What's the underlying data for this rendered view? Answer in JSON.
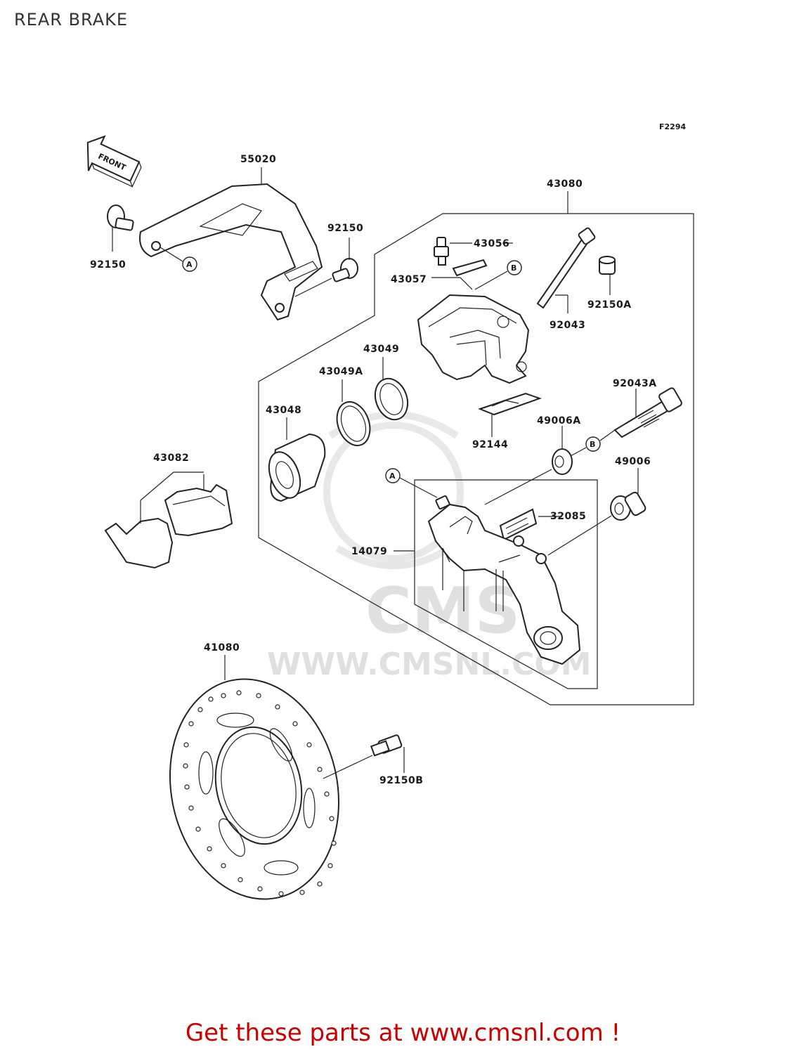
{
  "header": {
    "title": "REAR BRAKE"
  },
  "figure_code": "F2294",
  "direction_label": "FRONT",
  "watermark": {
    "url_text": "WWW.CMSNL.COM",
    "logo_text": "CMS"
  },
  "callouts": {
    "55020": "55020",
    "43080": "43080",
    "92150_left": "92150",
    "92150_right": "92150",
    "43056": "43056",
    "43057": "43057",
    "92150A": "92150A",
    "92043": "92043",
    "43049": "43049",
    "43049A": "43049A",
    "43048": "43048",
    "92043A": "92043A",
    "49006A": "49006A",
    "92144": "92144",
    "43082": "43082",
    "49006": "49006",
    "32085": "32085",
    "14079": "14079",
    "41080": "41080",
    "92150B": "92150B"
  },
  "reference_markers": {
    "a": "A",
    "b": "B"
  },
  "footer": {
    "cta_text": "Get these parts at www.cmsnl.com !",
    "cta_color": "#cc0000"
  }
}
